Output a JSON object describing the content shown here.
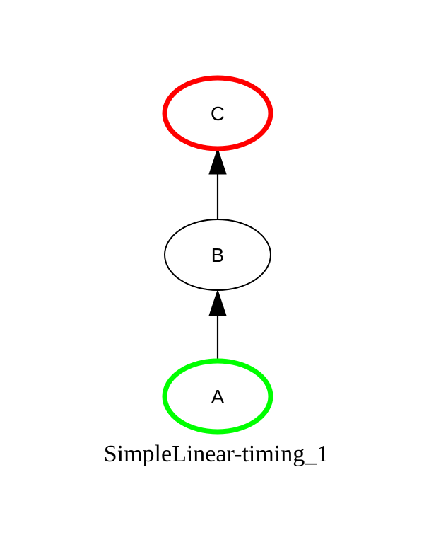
{
  "graph": {
    "label": "SimpleLinear-timing_1",
    "nodes": [
      {
        "id": "C",
        "label": "C",
        "border_color": "#ff0000",
        "role": "end"
      },
      {
        "id": "B",
        "label": "B",
        "border_color": "#000000",
        "role": "intermediate"
      },
      {
        "id": "A",
        "label": "A",
        "border_color": "#00ff00",
        "role": "start"
      }
    ],
    "edges": [
      {
        "from": "B",
        "to": "C"
      },
      {
        "from": "A",
        "to": "B"
      }
    ]
  }
}
